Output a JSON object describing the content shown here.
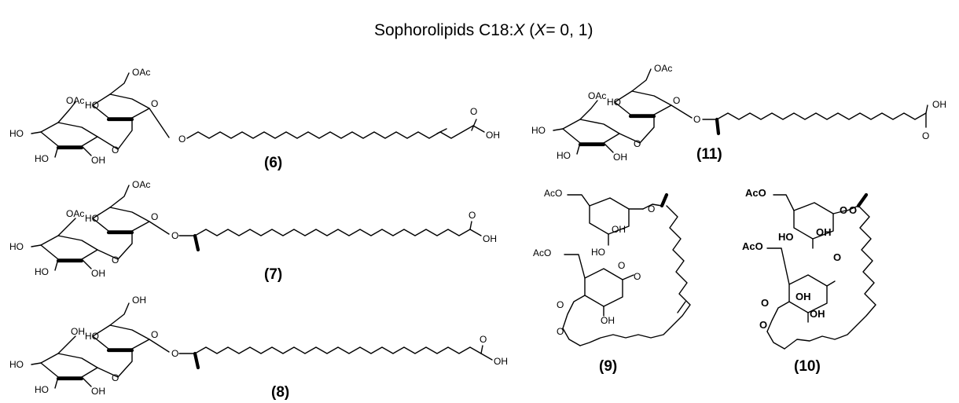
{
  "title": {
    "main": "Sophorolipids C18:",
    "x1": "X",
    "open": " (",
    "x2": "X",
    "rest": "= 0, 1)"
  },
  "atoms": {
    "oac": "OAc",
    "aco": "AcO",
    "ho": "HO",
    "oh": "OH",
    "o": "O"
  },
  "labels": {
    "c6": "(6)",
    "c7": "(7)",
    "c8": "(8)",
    "c9": "(9)",
    "c10": "(10)",
    "c11": "(11)"
  }
}
